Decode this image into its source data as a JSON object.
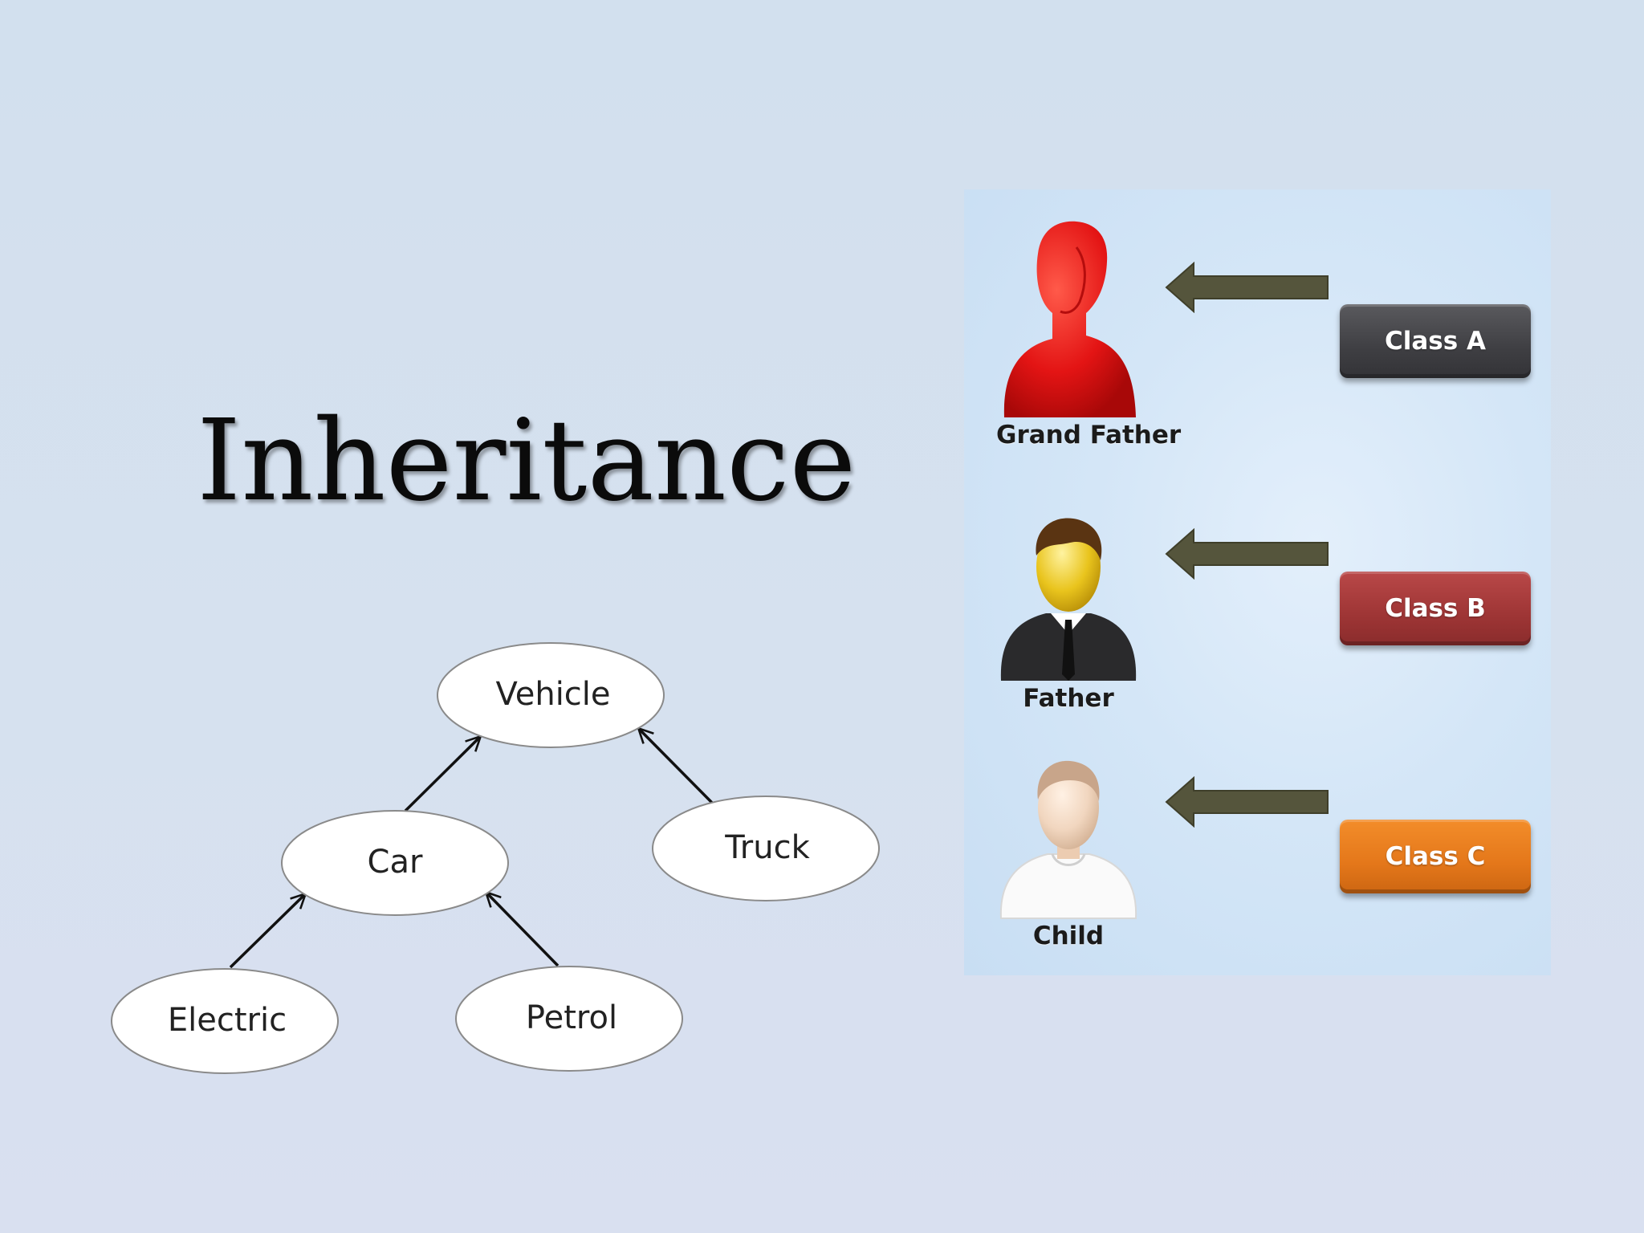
{
  "slide": {
    "title": "Inheritance"
  },
  "tree": {
    "nodes": [
      {
        "id": "vehicle",
        "label": "Vehicle"
      },
      {
        "id": "car",
        "label": "Car"
      },
      {
        "id": "truck",
        "label": "Truck"
      },
      {
        "id": "electric",
        "label": "Electric"
      },
      {
        "id": "petrol",
        "label": "Petrol"
      }
    ],
    "edges": [
      {
        "from": "car",
        "to": "vehicle"
      },
      {
        "from": "truck",
        "to": "vehicle"
      },
      {
        "from": "electric",
        "to": "car"
      },
      {
        "from": "petrol",
        "to": "car"
      }
    ]
  },
  "hierarchy": {
    "rows": [
      {
        "person_label": "Grand Father",
        "class_label": "Class A",
        "class_color": "#46464a",
        "figure_color": "#e81818"
      },
      {
        "person_label": "Father",
        "class_label": "Class B",
        "class_color": "#9e3535",
        "figure_color": "#e8c92a"
      },
      {
        "person_label": "Child",
        "class_label": "Class C",
        "class_color": "#e4771a",
        "figure_color": "#f2dcc8"
      }
    ],
    "arrow_color": "#55553c"
  }
}
